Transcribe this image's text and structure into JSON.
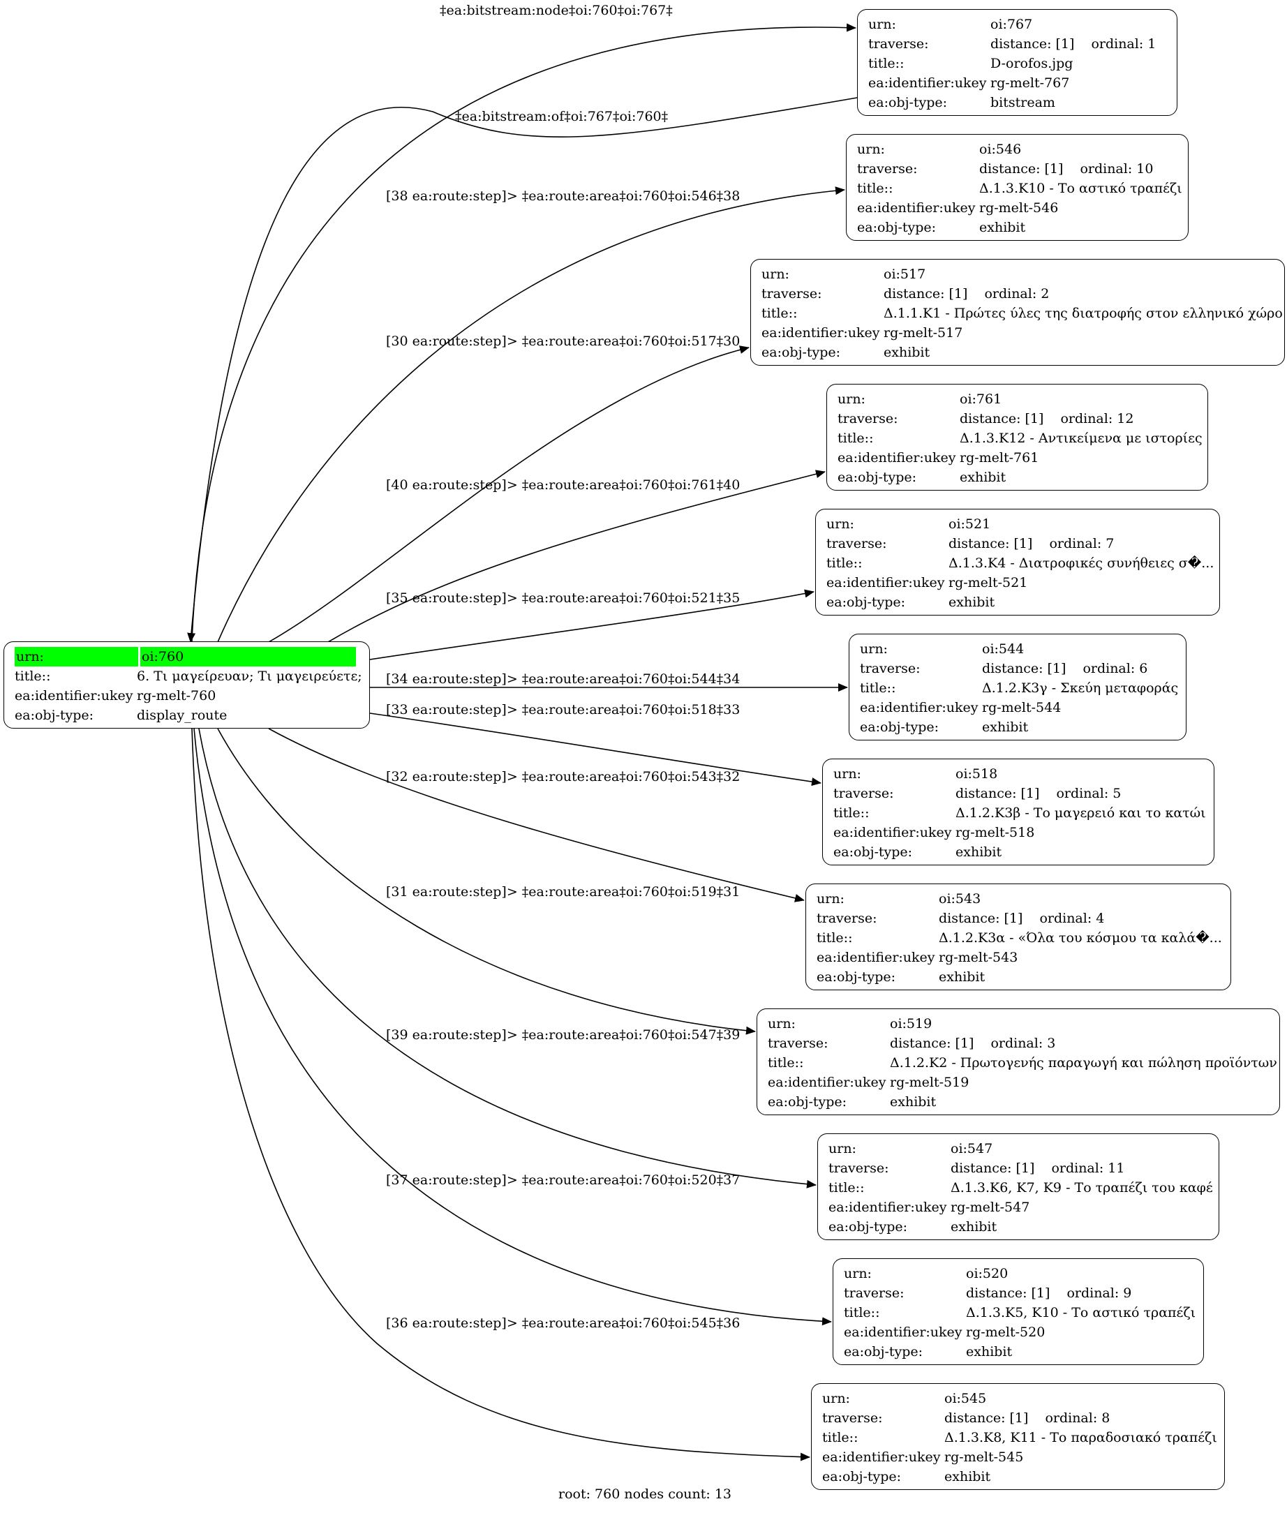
{
  "root": {
    "rows": [
      {
        "key": "urn:",
        "value": "oi:760"
      },
      {
        "key": "title::",
        "value": "6. Τι μαγείρευαν; Τι μαγειρεύετε;"
      },
      {
        "key": "ea:identifier:ukey",
        "value": "rg-melt-760"
      },
      {
        "key": "ea:obj-type:",
        "value": "display_route"
      }
    ],
    "highlight_color": "#00ff00"
  },
  "nodes": [
    {
      "id": "oi767",
      "urn": "oi:767",
      "distance": "distance: [1]",
      "ordinal": "ordinal: 1",
      "title": "D-orofos.jpg",
      "ukey": "rg-melt-767",
      "objtype": "bitstream"
    },
    {
      "id": "oi546",
      "urn": "oi:546",
      "distance": "distance: [1]",
      "ordinal": "ordinal: 10",
      "title": "Δ.1.3.Κ10 - Το αστικό τραπέζι",
      "ukey": "rg-melt-546",
      "objtype": "exhibit"
    },
    {
      "id": "oi517",
      "urn": "oi:517",
      "distance": "distance: [1]",
      "ordinal": "ordinal: 2",
      "title": "Δ.1.1.Κ1 - Πρώτες ύλες της διατροφής στον ελληνικό χώρο",
      "ukey": "rg-melt-517",
      "objtype": "exhibit"
    },
    {
      "id": "oi761",
      "urn": "oi:761",
      "distance": "distance: [1]",
      "ordinal": "ordinal: 12",
      "title": "Δ.1.3.Κ12 - Αντικείμενα με ιστορίες",
      "ukey": "rg-melt-761",
      "objtype": "exhibit"
    },
    {
      "id": "oi521",
      "urn": "oi:521",
      "distance": "distance: [1]",
      "ordinal": "ordinal: 7",
      "title": "Δ.1.3.Κ4 - Διατροφικές συνήθειες σ�...",
      "ukey": "rg-melt-521",
      "objtype": "exhibit"
    },
    {
      "id": "oi544",
      "urn": "oi:544",
      "distance": "distance: [1]",
      "ordinal": "ordinal: 6",
      "title": "Δ.1.2.Κ3γ - Σκεύη μεταφοράς",
      "ukey": "rg-melt-544",
      "objtype": "exhibit"
    },
    {
      "id": "oi518",
      "urn": "oi:518",
      "distance": "distance: [1]",
      "ordinal": "ordinal: 5",
      "title": "Δ.1.2.Κ3β - Το μαγερειό και το κατώι",
      "ukey": "rg-melt-518",
      "objtype": "exhibit"
    },
    {
      "id": "oi543",
      "urn": "oi:543",
      "distance": "distance: [1]",
      "ordinal": "ordinal: 4",
      "title": "Δ.1.2.Κ3α - «Όλα του κόσμου τα καλά�...",
      "ukey": "rg-melt-543",
      "objtype": "exhibit"
    },
    {
      "id": "oi519",
      "urn": "oi:519",
      "distance": "distance: [1]",
      "ordinal": "ordinal: 3",
      "title": "Δ.1.2.Κ2 - Πρωτογενής παραγωγή και πώληση προϊόντων",
      "ukey": "rg-melt-519",
      "objtype": "exhibit"
    },
    {
      "id": "oi547",
      "urn": "oi:547",
      "distance": "distance: [1]",
      "ordinal": "ordinal: 11",
      "title": "Δ.1.3.Κ6, Κ7, Κ9 - Το τραπέζι του καφέ",
      "ukey": "rg-melt-547",
      "objtype": "exhibit"
    },
    {
      "id": "oi520",
      "urn": "oi:520",
      "distance": "distance: [1]",
      "ordinal": "ordinal: 9",
      "title": "Δ.1.3.Κ5, Κ10 - Το αστικό τραπέζι",
      "ukey": "rg-melt-520",
      "objtype": "exhibit"
    },
    {
      "id": "oi545",
      "urn": "oi:545",
      "distance": "distance: [1]",
      "ordinal": "ordinal: 8",
      "title": "Δ.1.3.Κ8, Κ11 - Το παραδοσιακό τραπέζι",
      "ukey": "rg-melt-545",
      "objtype": "exhibit"
    }
  ],
  "labels": {
    "urn": "urn:",
    "traverse": "traverse:",
    "title": "title::",
    "ukey": "ea:identifier:ukey",
    "objtype": "ea:obj-type:"
  },
  "edges": [
    {
      "label": "‡ea:bitstream:node‡oi:760‡oi:767‡"
    },
    {
      "label": "‡ea:bitstream:of‡oi:767‡oi:760‡"
    },
    {
      "label": "[38 ea:route:step]> ‡ea:route:area‡oi:760‡oi:546‡38"
    },
    {
      "label": "[30 ea:route:step]> ‡ea:route:area‡oi:760‡oi:517‡30"
    },
    {
      "label": "[40 ea:route:step]> ‡ea:route:area‡oi:760‡oi:761‡40"
    },
    {
      "label": "[35 ea:route:step]> ‡ea:route:area‡oi:760‡oi:521‡35"
    },
    {
      "label": "[34 ea:route:step]> ‡ea:route:area‡oi:760‡oi:544‡34"
    },
    {
      "label": "[33 ea:route:step]> ‡ea:route:area‡oi:760‡oi:518‡33"
    },
    {
      "label": "[32 ea:route:step]> ‡ea:route:area‡oi:760‡oi:543‡32"
    },
    {
      "label": "[31 ea:route:step]> ‡ea:route:area‡oi:760‡oi:519‡31"
    },
    {
      "label": "[39 ea:route:step]> ‡ea:route:area‡oi:760‡oi:547‡39"
    },
    {
      "label": "[37 ea:route:step]> ‡ea:route:area‡oi:760‡oi:520‡37"
    },
    {
      "label": "[36 ea:route:step]> ‡ea:route:area‡oi:760‡oi:545‡36"
    }
  ],
  "footer": "root: 760 nodes count: 13"
}
